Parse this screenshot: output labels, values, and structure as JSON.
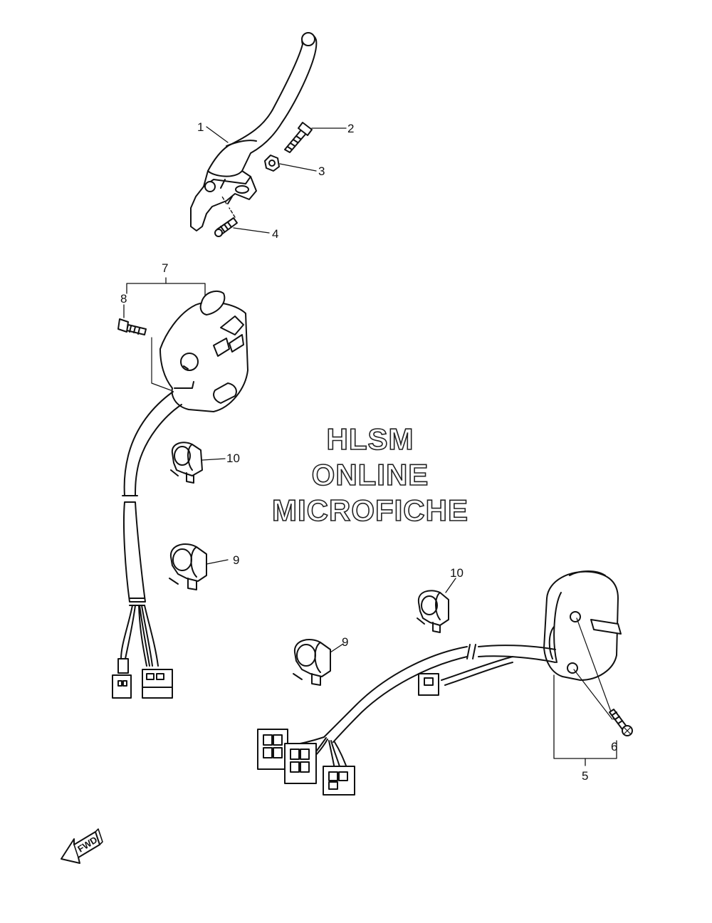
{
  "watermark": {
    "line1": "HLSM",
    "line2": "ONLINE",
    "line3": "MICROFICHE"
  },
  "fwd_label": "FWD",
  "callouts": {
    "c1": "1",
    "c2": "2",
    "c3": "3",
    "c4": "4",
    "c5": "5",
    "c6": "6",
    "c7": "7",
    "c8": "8",
    "c9a": "9",
    "c9b": "9",
    "c10a": "10",
    "c10b": "10"
  },
  "parts": [
    {
      "ref": "1",
      "name": "clutch-lever"
    },
    {
      "ref": "2",
      "name": "lever-pivot-bolt"
    },
    {
      "ref": "3",
      "name": "lever-nut"
    },
    {
      "ref": "4",
      "name": "adjuster-screw"
    },
    {
      "ref": "5",
      "name": "right-handlebar-switch"
    },
    {
      "ref": "6",
      "name": "switch-screw"
    },
    {
      "ref": "7",
      "name": "left-handlebar-switch"
    },
    {
      "ref": "8",
      "name": "switch-screw"
    },
    {
      "ref": "9",
      "name": "cable-clamp"
    },
    {
      "ref": "10",
      "name": "cable-clamp"
    }
  ]
}
